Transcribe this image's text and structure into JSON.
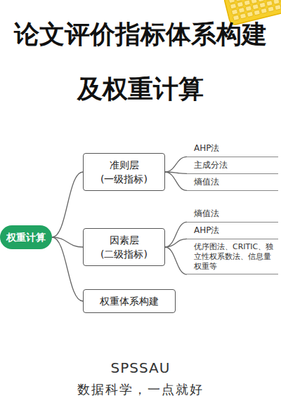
{
  "diagram": {
    "title": "论文评价指标体系构建 及权重计算",
    "nodes": [
      {
        "text": [
          "权重计算"
        ]
      },
      {
        "text": [
          "准则层 (一级指标)"
        ]
      },
      {
        "text": [
          "AHP法"
        ]
      },
      {
        "text": [
          "主成分法"
        ]
      },
      {
        "text": [
          "熵值法"
        ]
      },
      {
        "text": [
          "因素层 (二级指标)"
        ]
      },
      {
        "text": [
          "熵值法"
        ]
      },
      {
        "text": [
          "AHP法"
        ]
      },
      {
        "text": [
          "优序图法、CRITIC、独立性权系数法、信息量权重等"
        ]
      },
      {
        "text": [
          "权重体系构建"
        ]
      }
    ],
    "edges": [
      {
        "from": 0,
        "to": 1,
        "arrow": "none"
      },
      {
        "from": 0,
        "to": 5,
        "arrow": "none"
      },
      {
        "from": 0,
        "to": 9,
        "arrow": "none"
      },
      {
        "from": 1,
        "to": 2,
        "arrow": "none"
      },
      {
        "from": 1,
        "to": 3,
        "arrow": "none"
      },
      {
        "from": 1,
        "to": 4,
        "arrow": "none"
      },
      {
        "from": 5,
        "to": 6,
        "arrow": "none"
      },
      {
        "from": 5,
        "to": 7,
        "arrow": "none"
      },
      {
        "from": 5,
        "to": 8,
        "arrow": "none"
      }
    ],
    "labels": [
      "SPSSAU",
      "数据科学，一点就好"
    ]
  }
}
